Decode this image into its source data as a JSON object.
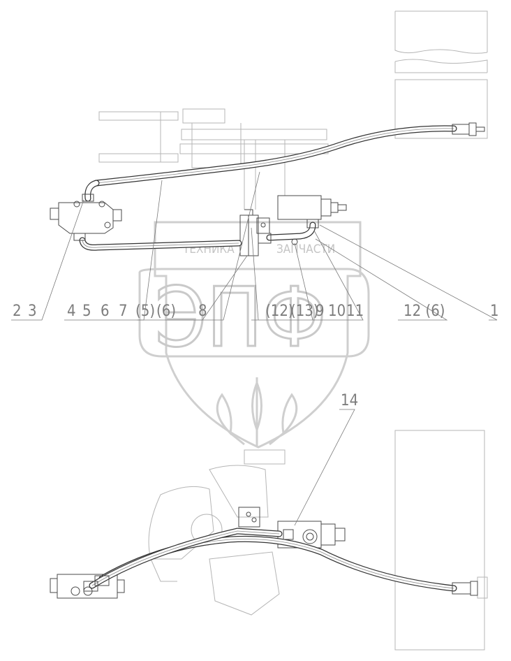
{
  "callouts_upper": [
    {
      "id": "c-2",
      "text": "2"
    },
    {
      "id": "c-3",
      "text": "3"
    },
    {
      "id": "c-4",
      "text": "4"
    },
    {
      "id": "c-5",
      "text": "5"
    },
    {
      "id": "c-6",
      "text": "6"
    },
    {
      "id": "c-7",
      "text": "7"
    },
    {
      "id": "c-5b",
      "text": "(5)"
    },
    {
      "id": "c-6b",
      "text": "(6)"
    },
    {
      "id": "c-8",
      "text": "8"
    },
    {
      "id": "c-12b",
      "text": "(12)"
    },
    {
      "id": "c-13b",
      "text": "(13)"
    },
    {
      "id": "c-9",
      "text": "9"
    },
    {
      "id": "c-10",
      "text": "10"
    },
    {
      "id": "c-11",
      "text": "11"
    },
    {
      "id": "c-12-6",
      "text": "12 (6)"
    },
    {
      "id": "c-1",
      "text": "1"
    }
  ],
  "callout_lower": "14",
  "watermark": {
    "word_left": "ТЕХНИКА",
    "word_right": "ЗАПЧАСТИ",
    "letters": "ЭПФ"
  }
}
